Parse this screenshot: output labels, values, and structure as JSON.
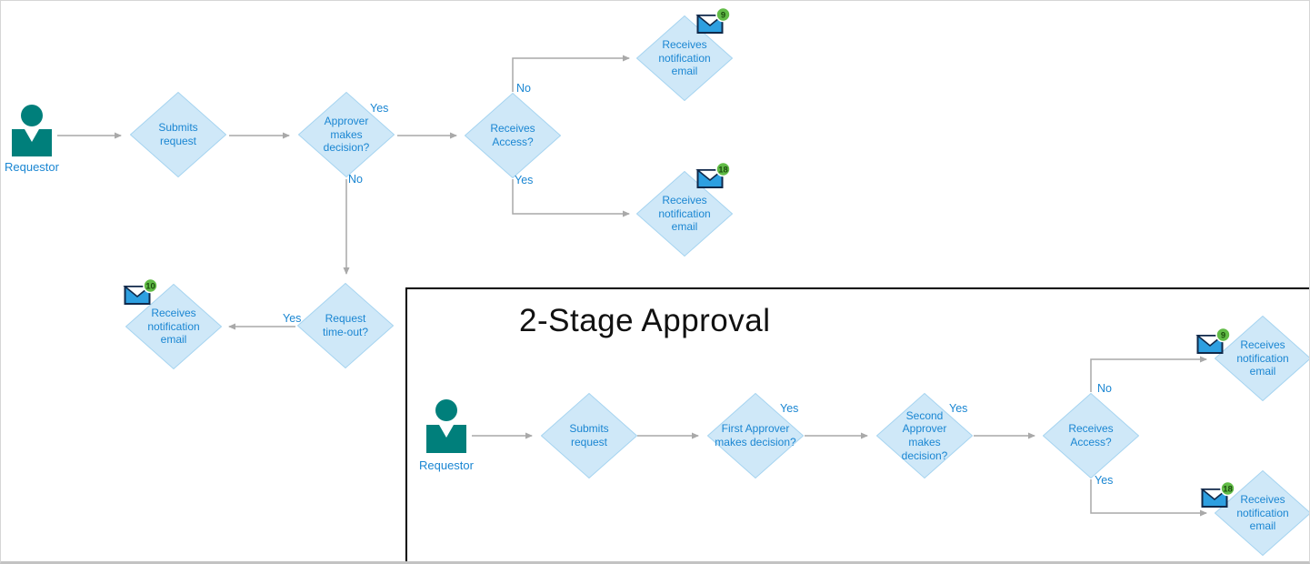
{
  "diagram": {
    "colors": {
      "diamond_fill": "#cfe8f8",
      "diamond_border": "#a6d4f0",
      "node_text_blue": "#1a86d2",
      "connector_gray": "#a9a9a9",
      "person_teal": "#007f7b",
      "badge_green": "#61bb46",
      "envelope_blue": "#2d9fe0",
      "box_border": "#000000"
    },
    "flow1": {
      "requestor": "Requestor",
      "submits_request": "Submits request",
      "approver_decision": "Approver makes decision?",
      "receives_access": "Receives Access?",
      "receives_notification": "Receives notification email",
      "request_timeout": "Request time-out?",
      "badge_no_branch": "9",
      "badge_yes_branch": "18",
      "badge_timeout_branch": "10",
      "label_yes": "Yes",
      "label_no": "No"
    },
    "flow2": {
      "title": "2-Stage Approval",
      "requestor": "Requestor",
      "submits_request": "Submits request",
      "first_approver_decision": "First Approver makes decision?",
      "second_approver_decision": "Second Approver makes decision?",
      "receives_access": "Receives Access?",
      "receives_notification": "Receives notification email",
      "badge_no_branch": "9",
      "badge_yes_branch": "18",
      "label_yes": "Yes",
      "label_no": "No"
    }
  }
}
